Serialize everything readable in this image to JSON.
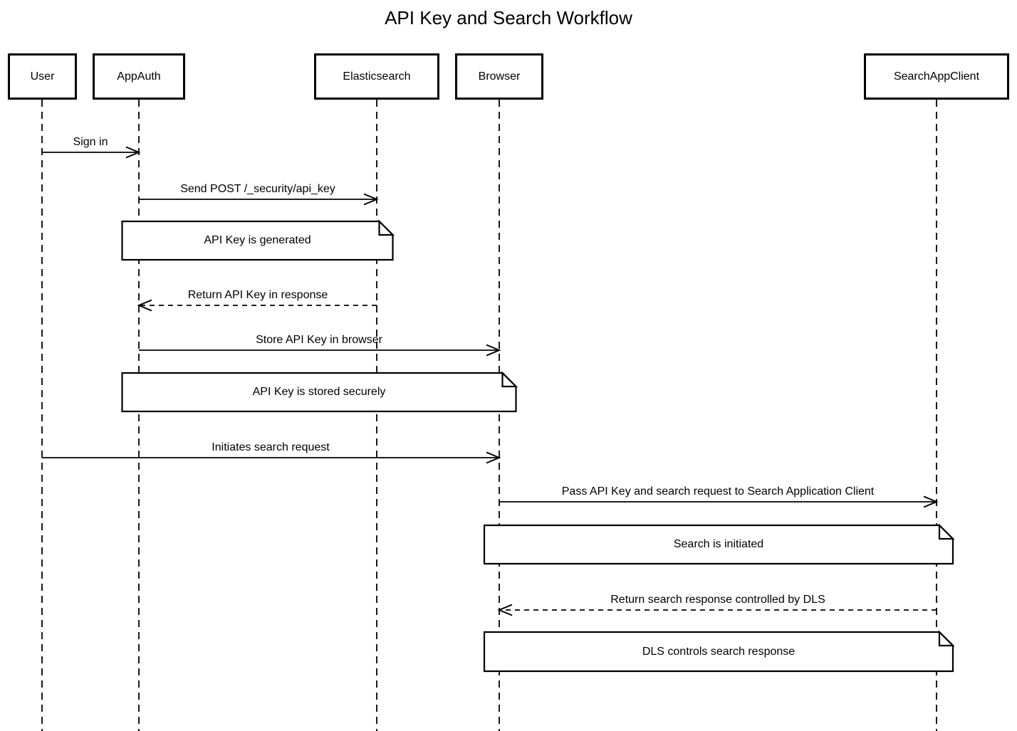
{
  "diagram": {
    "title": "API Key and Search Workflow",
    "type": "sequence-diagram"
  },
  "participants": [
    {
      "label": "User"
    },
    {
      "label": "AppAuth"
    },
    {
      "label": "Elasticsearch"
    },
    {
      "label": "Browser"
    },
    {
      "label": "SearchAppClient"
    }
  ],
  "messages": [
    {
      "label": "Sign in",
      "from": "User",
      "to": "AppAuth",
      "line": "solid"
    },
    {
      "label": "Send POST /_security/api_key",
      "from": "AppAuth",
      "to": "Elasticsearch",
      "line": "solid"
    },
    {
      "label": "Return API Key in response",
      "from": "Elasticsearch",
      "to": "AppAuth",
      "line": "dashed"
    },
    {
      "label": "Store API Key in browser",
      "from": "AppAuth",
      "to": "Browser",
      "line": "solid"
    },
    {
      "label": "Initiates search request",
      "from": "User",
      "to": "Browser",
      "line": "solid"
    },
    {
      "label": "Pass API Key and search request to Search Application Client",
      "from": "Browser",
      "to": "SearchAppClient",
      "line": "solid"
    },
    {
      "label": "Return search response controlled by DLS",
      "from": "SearchAppClient",
      "to": "Browser",
      "line": "dashed"
    }
  ],
  "notes": [
    {
      "label": "API Key is generated",
      "over": [
        "AppAuth",
        "Elasticsearch"
      ]
    },
    {
      "label": "API Key is stored securely",
      "over": [
        "AppAuth",
        "Browser"
      ]
    },
    {
      "label": "Search is initiated",
      "over": [
        "Browser",
        "SearchAppClient"
      ]
    },
    {
      "label": "DLS controls search response",
      "over": [
        "Browser",
        "SearchAppClient"
      ]
    }
  ],
  "colors": {
    "line": "#000000",
    "text": "#000000",
    "background": "#ffffff",
    "shape_fill": "#ffffff"
  }
}
